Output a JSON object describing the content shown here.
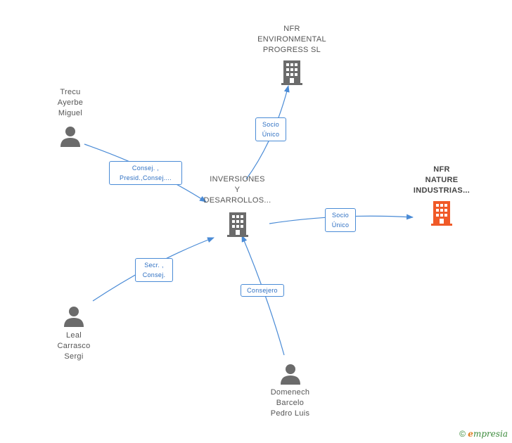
{
  "nodes": {
    "center": {
      "label": "INVERSIONES\nY\nDESARROLLOS...",
      "icon": "building-icon",
      "color": "#6b6b6b"
    },
    "nfr_env": {
      "label": "NFR\nENVIRONMENTAL\nPROGRESS SL",
      "icon": "building-icon",
      "color": "#6b6b6b"
    },
    "nfr_nature": {
      "label": "NFR\nNATURE\nINDUSTRIAS...",
      "icon": "building-icon",
      "color": "#f05a28"
    },
    "trecu": {
      "label": "Trecu\nAyerbe\nMiguel",
      "icon": "person-icon",
      "color": "#6b6b6b"
    },
    "leal": {
      "label": "Leal\nCarrasco\nSergi",
      "icon": "person-icon",
      "color": "#6b6b6b"
    },
    "domenech": {
      "label": "Domenech\nBarcelo\nPedro Luis",
      "icon": "person-icon",
      "color": "#6b6b6b"
    }
  },
  "edges": {
    "trecu_center": "Consej. ,\nPresid.,Consej....",
    "leal_center": "Secr. ,\nConsej.",
    "domenech_center": "Consejero",
    "center_env": "Socio\nÚnico",
    "center_nature": "Socio\nÚnico"
  },
  "colors": {
    "edge": "#4a8bd6",
    "edge_label_text": "#2d6fc2"
  },
  "footer": {
    "copyright": "©",
    "brand_initial": "e",
    "brand_rest": "mpresia"
  }
}
